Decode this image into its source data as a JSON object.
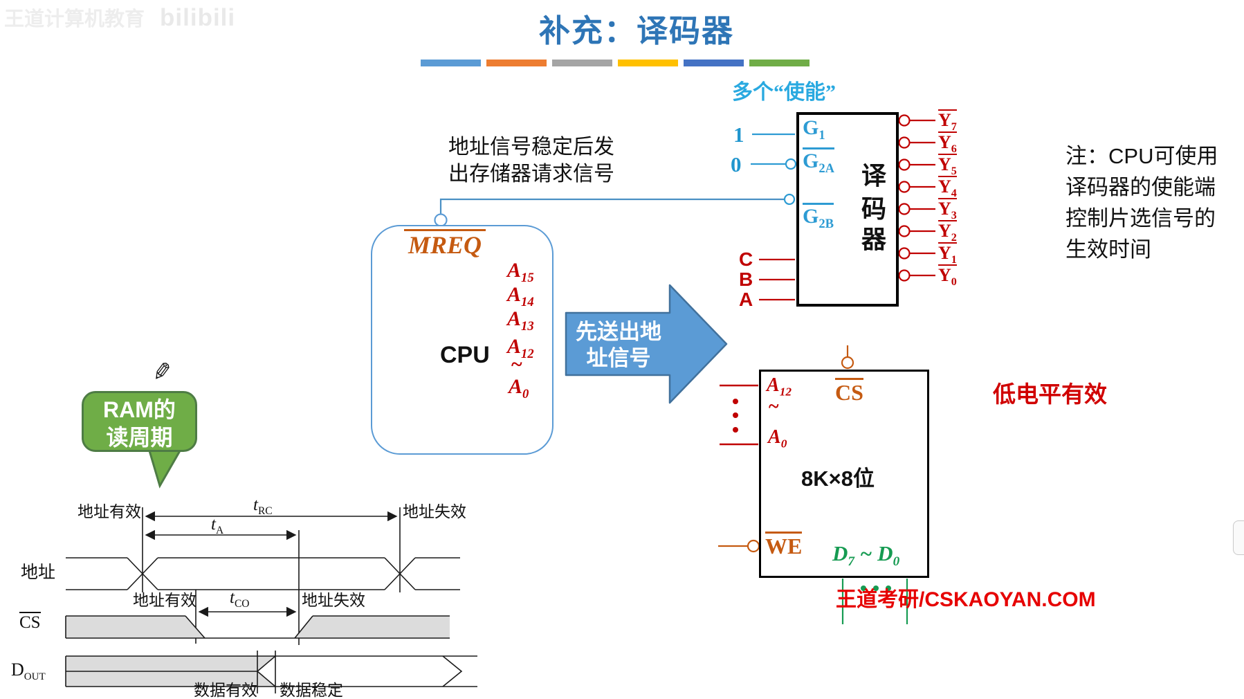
{
  "colors": {
    "title_blue": "#2E75B6",
    "enable_cyan": "#29A9E0",
    "signal_red": "#C00000",
    "control_brown": "#C55A11",
    "data_green": "#169B52",
    "arrow_blue": "#5B9BD5",
    "callout_green": "#6FAD47",
    "footer_red": "#E60000",
    "waveform_gray": "#DCDCDC"
  },
  "watermark": {
    "brand": "王道计算机教育",
    "logo": "bilibili"
  },
  "header": {
    "title": "补充：译码器"
  },
  "bars_css": [
    "background:#5B9BD5",
    "background:#ED7D31",
    "background:#A5A5A5",
    "background:#FFC000",
    "background:#4472C4",
    "background:#70AD47"
  ],
  "decoder": {
    "caption": "多个“使能”",
    "enables": [
      {
        "value": "1",
        "base": "G",
        "sub": "1"
      },
      {
        "value": "0",
        "base": "G",
        "sub": "2A"
      },
      {
        "base": "G",
        "sub": "2B"
      }
    ],
    "name_vertical": [
      "译",
      "码",
      "器"
    ],
    "selects": [
      "C",
      "B",
      "A"
    ],
    "outputs": [
      {
        "base": "Y",
        "sub": "7"
      },
      {
        "base": "Y",
        "sub": "6"
      },
      {
        "base": "Y",
        "sub": "5"
      },
      {
        "base": "Y",
        "sub": "4"
      },
      {
        "base": "Y",
        "sub": "3"
      },
      {
        "base": "Y",
        "sub": "2"
      },
      {
        "base": "Y",
        "sub": "1"
      },
      {
        "base": "Y",
        "sub": "0"
      }
    ]
  },
  "annotation_mreq": {
    "line1": "地址信号稳定后发",
    "line2": "出存储器请求信号"
  },
  "cpu": {
    "label": "CPU",
    "mreq": "MREQ",
    "addr": [
      {
        "base": "A",
        "sub": "15"
      },
      {
        "base": "A",
        "sub": "14"
      },
      {
        "base": "A",
        "sub": "13"
      },
      {
        "base": "A",
        "sub": "12"
      },
      {
        "tilde": "~"
      },
      {
        "base": "A",
        "sub": "0"
      }
    ]
  },
  "arrow": {
    "line1": "先送出地",
    "line2": "址信号"
  },
  "memory": {
    "cs": "CS",
    "we": "WE",
    "size": "8K×8位",
    "a_hi": {
      "base": "A",
      "sub": "12"
    },
    "tilde": "~",
    "a_lo": {
      "base": "A",
      "sub": "0"
    },
    "d": {
      "b1": "D",
      "s1": "7",
      "mid": "~",
      "b2": "D",
      "s2": "0"
    }
  },
  "note": {
    "lines": [
      "注：CPU可使用",
      "译码器的使能端",
      "控制片选信号的",
      "生效时间"
    ]
  },
  "active_low": "低电平有效",
  "callout": {
    "line1": "RAM的",
    "line2": "读周期",
    "pencil": "✎"
  },
  "timing": {
    "addr_valid": "地址有效",
    "addr_invalid": "地址失效",
    "t_rc": {
      "t": "t",
      "sub": "RC"
    },
    "t_a": {
      "t": "t",
      "sub": "A"
    },
    "t_co": {
      "t": "t",
      "sub": "CO"
    },
    "row_addr": "地址",
    "row_cs": "CS",
    "row_dout": {
      "base": "D",
      "sub": "OUT"
    },
    "cs_valid": "地址有效",
    "cs_invalid": "地址失效",
    "data_valid": "数据有效",
    "data_stable": "数据稳定"
  },
  "footer": {
    "brand": "王道考研/CSKAOYAN.COM"
  }
}
